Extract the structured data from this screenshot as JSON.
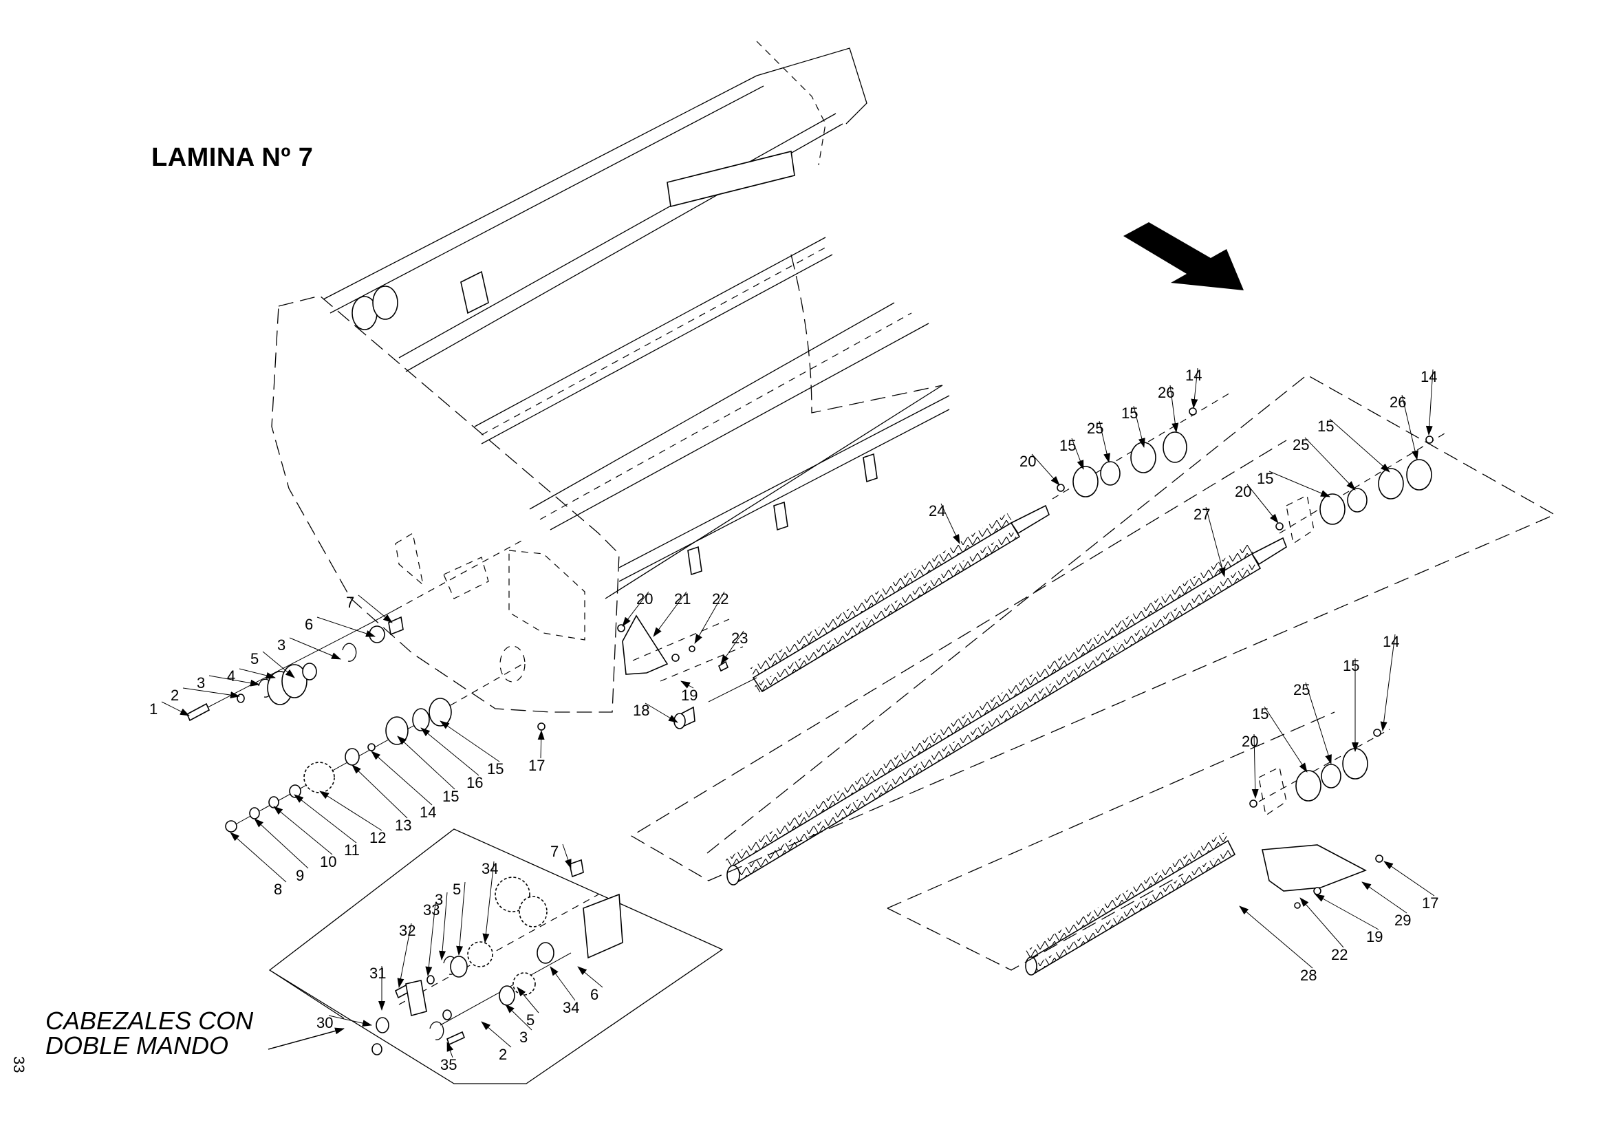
{
  "title": "LAMINA Nº 7",
  "note": {
    "line1": "CABEZALES CON",
    "line2": "DOBLE MANDO"
  },
  "page_number": "33",
  "direction_arrow": "travel-direction-arrow",
  "callouts": {
    "left_upper": [
      "1",
      "2",
      "3",
      "4",
      "5",
      "3",
      "6",
      "7"
    ],
    "left_lower": [
      "8",
      "9",
      "10",
      "11",
      "12",
      "13",
      "14",
      "15",
      "16",
      "15",
      "17"
    ],
    "center": [
      "18",
      "19",
      "20",
      "21",
      "22",
      "23",
      "24"
    ],
    "right_top": [
      "20",
      "15",
      "25",
      "15",
      "26",
      "14"
    ],
    "right_mid": [
      "20",
      "15",
      "25",
      "15",
      "26",
      "14",
      "27"
    ],
    "right_low": [
      "20",
      "15",
      "25",
      "15",
      "14"
    ],
    "right_bottom": [
      "28",
      "22",
      "19",
      "29",
      "17"
    ],
    "inset": [
      "30",
      "31",
      "32",
      "33",
      "3",
      "5",
      "34",
      "7",
      "6",
      "34",
      "5",
      "3",
      "2",
      "35"
    ]
  }
}
